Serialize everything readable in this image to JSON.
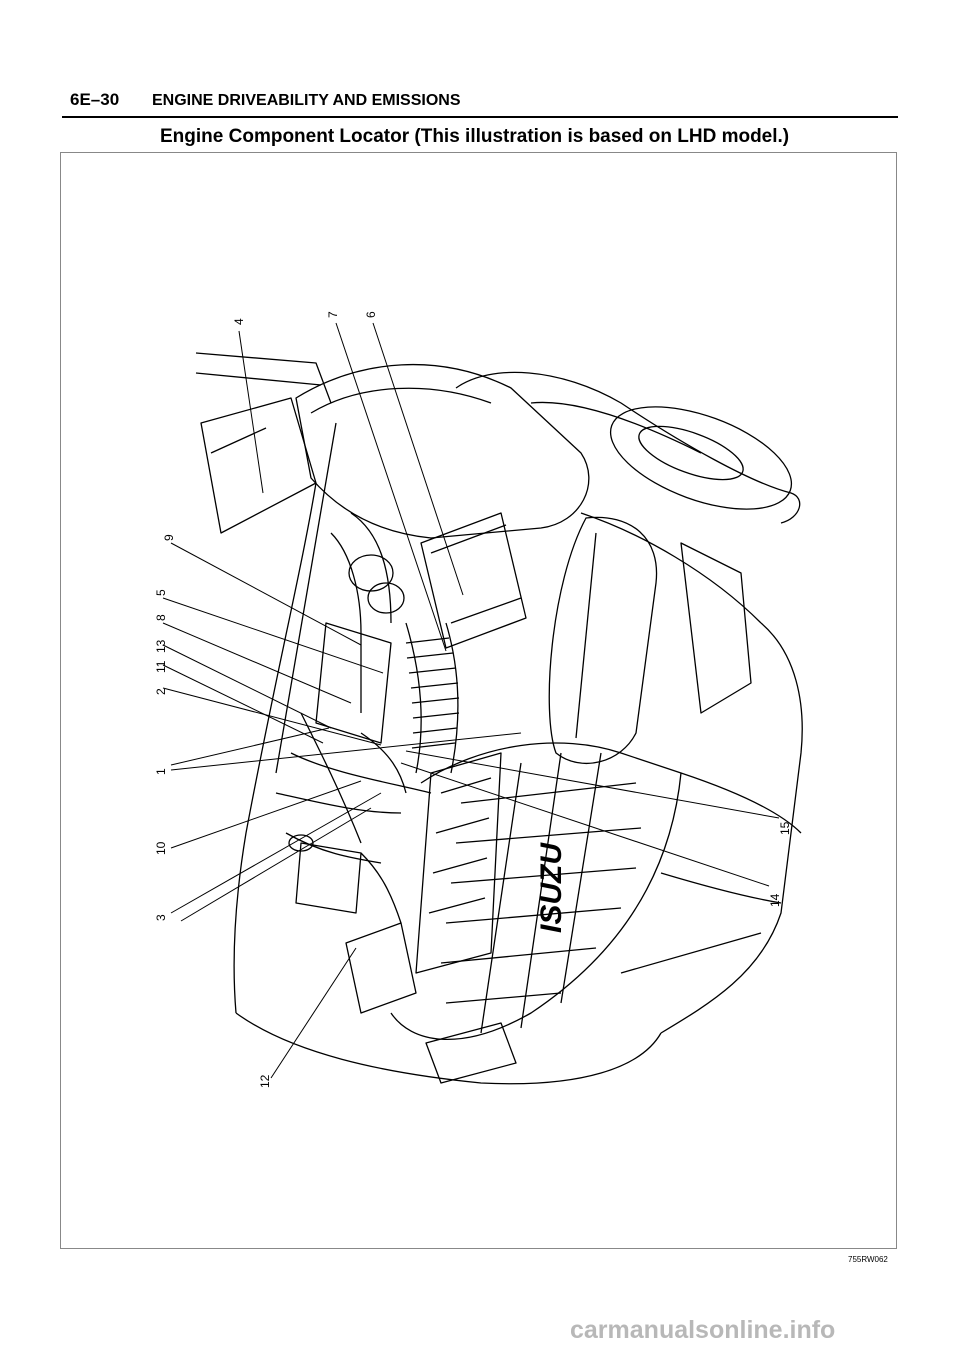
{
  "header": {
    "page_number": "6E–30",
    "section_title": "ENGINE DRIVEABILITY AND EMISSIONS"
  },
  "figure": {
    "title": "Engine Component Locator (This illustration is based on LHD model.)",
    "code": "755RW062",
    "grille_badge": "ISUZU",
    "callouts": [
      "1",
      "2",
      "3",
      "4",
      "5",
      "6",
      "7",
      "8",
      "9",
      "10",
      "11",
      "12",
      "13",
      "14",
      "15"
    ]
  },
  "footer": {
    "watermark": "carmanualsonline.info"
  }
}
